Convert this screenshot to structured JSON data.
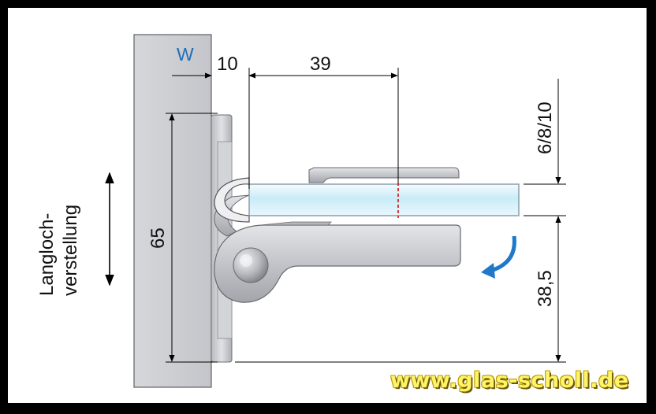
{
  "labels": {
    "w": "W",
    "dim_10": "10",
    "dim_39": "39",
    "dim_65": "65",
    "dim_glass": "6/8/10",
    "dim_385": "38,5",
    "side_line1": "Langloch-",
    "side_line2": "verstellung"
  },
  "watermark": "www.glas-scholl.de",
  "colors": {
    "border": "#000000",
    "background": "#ffffff",
    "metal": "#c8cacf",
    "metal_dark": "#8c8e94",
    "glass": "#cfeefa",
    "rotation_arrow": "#1f78c8",
    "w_label": "#1f6fb5",
    "centerline": "#d01010",
    "watermark": "#fff36a"
  },
  "icons": {
    "rotation": "curved-arrow-icon",
    "adjustment": "double-arrow-icon"
  }
}
